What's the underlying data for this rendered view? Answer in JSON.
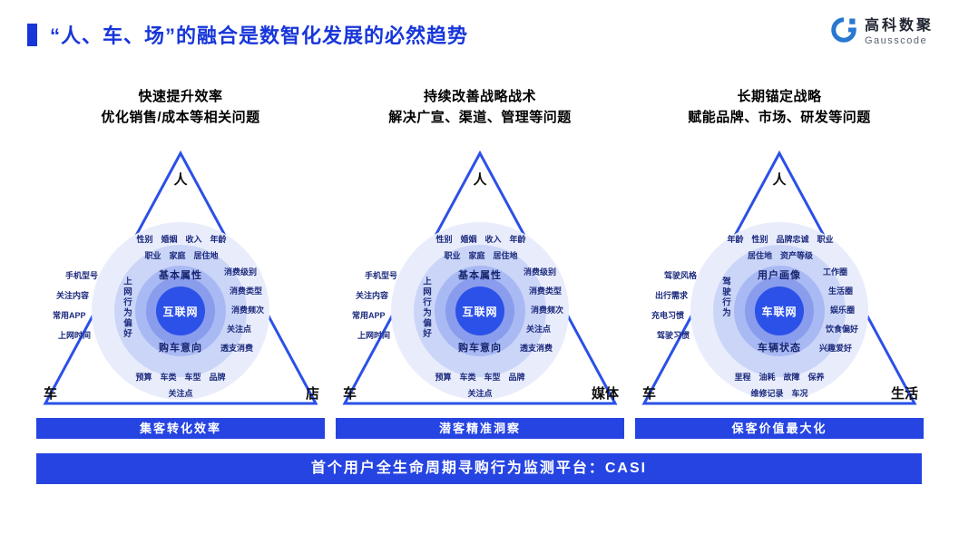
{
  "slide": {
    "title": "“人、车、场”的融合是数智化发展的必然趋势",
    "footer_bar": "首个用户全生命周期寻购行为监测平台：CASI"
  },
  "logo": {
    "name": "高科数聚",
    "subtitle": "Gausscode"
  },
  "colors": {
    "brand_blue": "#1736D9",
    "bar_blue": "#2644E2",
    "triangle_stroke": "#2B50E8",
    "center_circle": "#2B51E8"
  },
  "columns": [
    {
      "heading_line1": "快速提升效率",
      "heading_line2": "优化销售/成本等相关问题",
      "apex_label": "人",
      "left_vertex_label": "车",
      "right_vertex_label": "店",
      "center_label": "互联网",
      "ring_top_label": "基本属性",
      "ring_bottom_label": "购车意向",
      "ring_left_vertical": "上网行为偏好",
      "outer_top_items": [
        "性别",
        "婚姻",
        "收入",
        "年龄",
        "职业",
        "家庭",
        "居住地"
      ],
      "outer_left_items": [
        "手机型号",
        "关注内容",
        "常用APP",
        "上网时间"
      ],
      "ring_right_items": [
        "消费级别",
        "消费类型",
        "消费频次",
        "关注点",
        "透支消费"
      ],
      "outer_bottom_items": [
        "预算",
        "车类",
        "车型",
        "品牌",
        "关注点"
      ],
      "bar_label": "集客转化效率"
    },
    {
      "heading_line1": "持续改善战略战术",
      "heading_line2": "解决广宣、渠道、管理等问题",
      "apex_label": "人",
      "left_vertex_label": "车",
      "right_vertex_label": "媒体",
      "center_label": "互联网",
      "ring_top_label": "基本属性",
      "ring_bottom_label": "购车意向",
      "ring_left_vertical": "上网行为偏好",
      "outer_top_items": [
        "性别",
        "婚姻",
        "收入",
        "年龄",
        "职业",
        "家庭",
        "居住地"
      ],
      "outer_left_items": [
        "手机型号",
        "关注内容",
        "常用APP",
        "上网时间"
      ],
      "ring_right_items": [
        "消费级别",
        "消费类型",
        "消费频次",
        "关注点",
        "透支消费"
      ],
      "outer_bottom_items": [
        "预算",
        "车类",
        "车型",
        "品牌",
        "关注点"
      ],
      "bar_label": "潜客精准洞察"
    },
    {
      "heading_line1": "长期锚定战略",
      "heading_line2": "赋能品牌、市场、研发等问题",
      "apex_label": "人",
      "left_vertex_label": "车",
      "right_vertex_label": "生活",
      "center_label": "车联网",
      "ring_top_label": "用户画像",
      "ring_bottom_label": "车辆状态",
      "ring_left_vertical": "驾驶行为",
      "outer_top_items": [
        "年龄",
        "性别",
        "品牌忠诚",
        "职业",
        "居住地",
        "资产等级"
      ],
      "outer_left_items": [
        "驾驶风格",
        "出行需求",
        "充电习惯",
        "驾驶习惯"
      ],
      "ring_right_items": [
        "工作圈",
        "生活圈",
        "娱乐圈",
        "饮食偏好",
        "兴趣爱好"
      ],
      "outer_bottom_items": [
        "里程",
        "油耗",
        "故障",
        "保养",
        "维修记录",
        "车况"
      ],
      "bar_label": "保客价值最大化"
    }
  ]
}
